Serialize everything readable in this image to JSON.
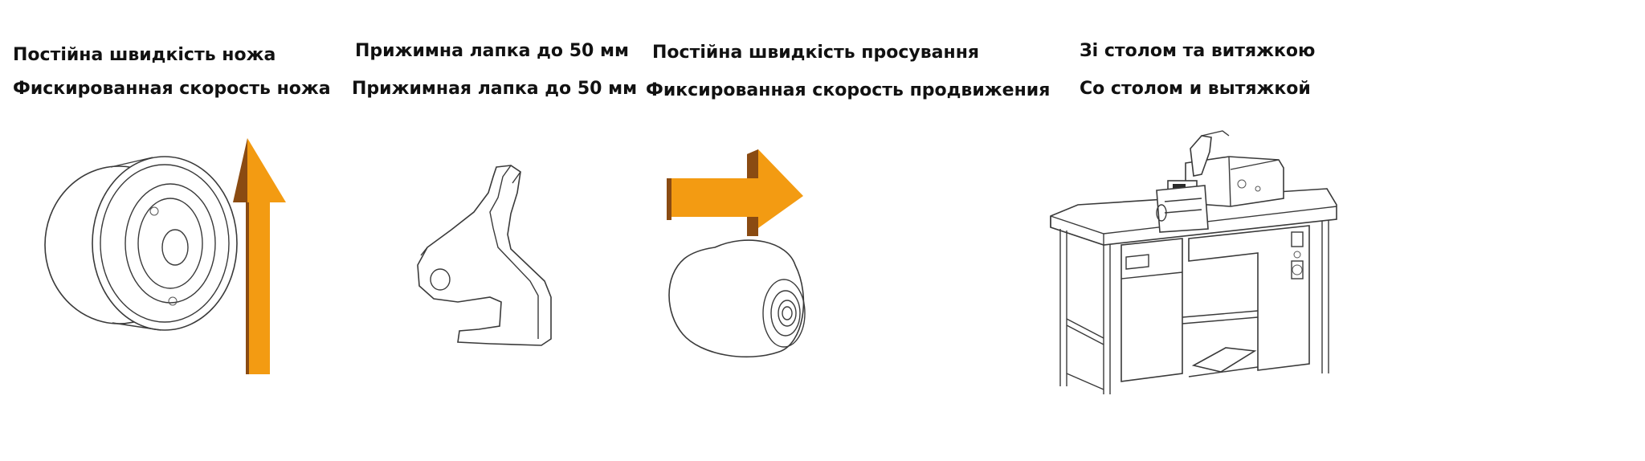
{
  "colors": {
    "arrow_orange": "#f39b12",
    "arrow_brown": "#8a4b12",
    "text": "#111111",
    "outline": "#3a3a3a"
  },
  "features": [
    {
      "icon": "knife-wheel-icon",
      "caption_uk": "Постійна швидкість ножа",
      "caption_ru": "Фискированная скорость ножа"
    },
    {
      "icon": "presser-foot-icon",
      "caption_uk": "Прижимна лапка до 50 мм",
      "caption_ru": "Прижимная лапка до 50 мм"
    },
    {
      "icon": "feed-roller-icon",
      "caption_uk": "Постійна швидкість просування",
      "caption_ru": "Фиксированная скорость продвижения"
    },
    {
      "icon": "machine-table-icon",
      "caption_uk": "Зі столом та витяжкою",
      "caption_ru": "Со столом и вытяжкой"
    }
  ]
}
